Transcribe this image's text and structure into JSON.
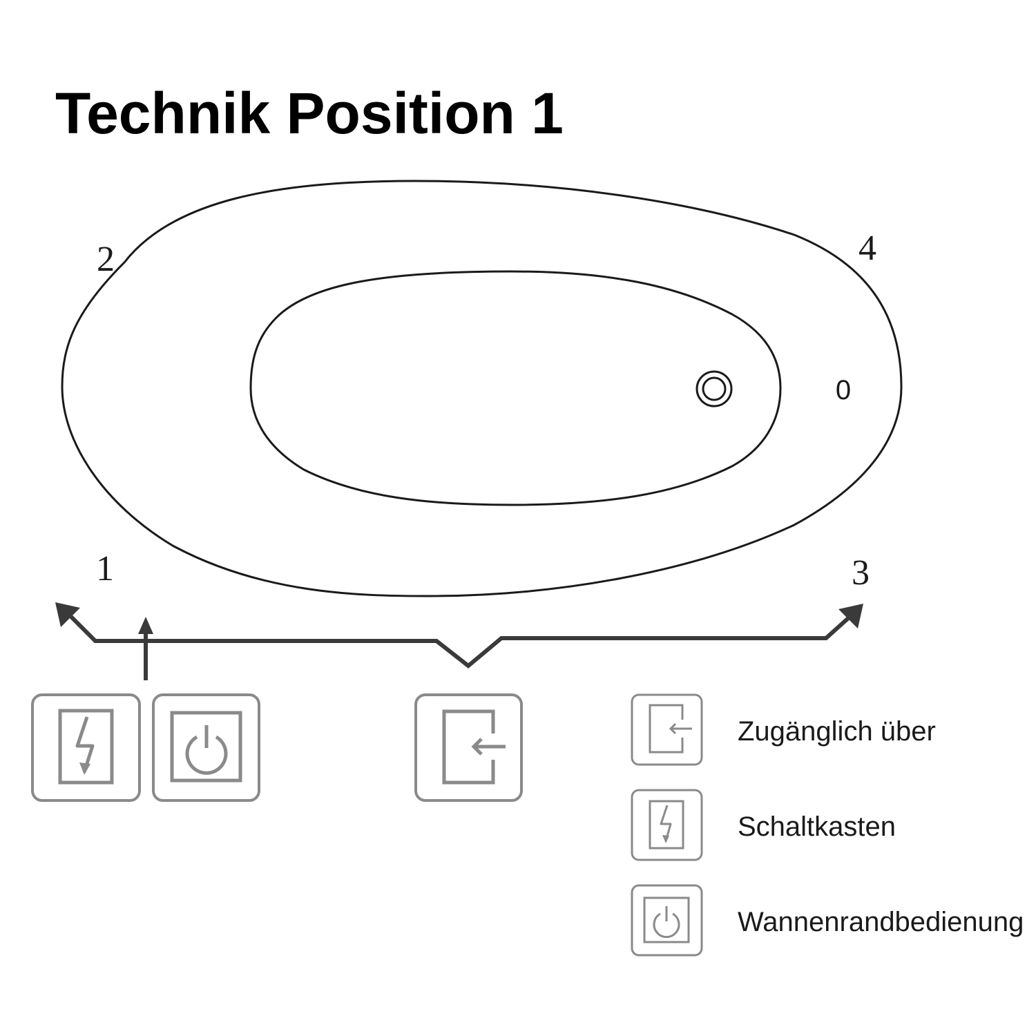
{
  "title": "Technik Position 1",
  "corners": {
    "c1": "1",
    "c2": "2",
    "c3": "3",
    "c4": "4"
  },
  "overflow_mark": "0",
  "legend": {
    "access": "Zugänglich über",
    "switchbox": "Schaltkasten",
    "control": "Wannenrandbedienung"
  },
  "colors": {
    "outline": "#1a1a1a",
    "icon": "#8a8a8a"
  }
}
